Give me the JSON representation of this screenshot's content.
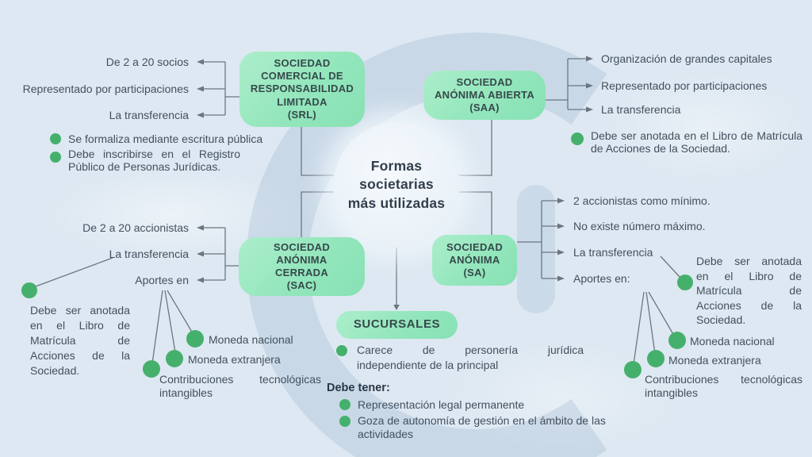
{
  "center": {
    "title": "Formas\nsocietarias\nmás utilizadas"
  },
  "srl": {
    "box_title": "SOCIEDAD\nCOMERCIAL DE\nRESPONSABILIDAD\nLIMITADA\n(SRL)",
    "items": [
      "De 2 a 20 socios",
      "Representado por participaciones",
      "La transferencia"
    ],
    "notes": [
      {
        "lines": [
          "Se formaliza mediante escritura pública"
        ]
      },
      {
        "lines": [
          "Debe inscribirse en el Registro",
          "Público de Personas Jurídicas."
        ]
      }
    ]
  },
  "saa": {
    "box_title": "SOCIEDAD\nANÓNIMA ABIERTA\n(SAA)",
    "items": [
      "Organización de grandes capitales",
      "Representado por participaciones",
      "La transferencia"
    ],
    "note": {
      "lines": [
        "Debe ser anotada en el Libro de Matrícula",
        "de Acciones de la Sociedad."
      ]
    }
  },
  "sac": {
    "box_title": "SOCIEDAD\nANÓNIMA\nCERRADA\n(SAC)",
    "items": [
      "De 2 a 20 accionistas",
      "La transferencia",
      "Aportes en"
    ],
    "anotada": {
      "lines": [
        "Debe ser anotada",
        "en el Libro de",
        "Matrícula de",
        "Acciones de la",
        "Sociedad."
      ]
    },
    "aportes": {
      "moneda_nacional": "Moneda nacional",
      "moneda_extranjera": "Moneda extranjera",
      "contribuciones": {
        "lines": [
          "Contribuciones tecnológicas",
          "intangibles"
        ]
      }
    }
  },
  "sa": {
    "box_title": "SOCIEDAD\nANÓNIMA\n(SA)",
    "items": [
      "2 accionistas como mínimo.",
      "No existe número máximo.",
      "La transferencia",
      "Aportes en:"
    ],
    "anotada": {
      "lines": [
        "Debe ser anotada",
        "en el Libro de",
        "Matrícula de",
        "Acciones de la",
        "Sociedad."
      ]
    },
    "aportes": {
      "moneda_nacional": "Moneda nacional",
      "moneda_extranjera": "Moneda extranjera",
      "contribuciones": {
        "lines": [
          "Contribuciones tecnológicas",
          "intangibles"
        ]
      }
    }
  },
  "sucursales": {
    "box_title": "SUCURSALES",
    "note": {
      "lines": [
        "Carece de personería jurídica",
        "independiente de la principal"
      ]
    },
    "debe_tener_label": "Debe tener:",
    "items": [
      {
        "lines": [
          "Representación legal permanente"
        ]
      },
      {
        "lines": [
          "Goza de autonomía de gestión en el ámbito de las",
          "actividades"
        ]
      }
    ]
  },
  "colors": {
    "background": "#dde8f2",
    "box_green_light": "#aceecb",
    "box_green_dark": "#87e1b4",
    "dot_green": "#45b06c",
    "text_dark": "#42505e",
    "box_text": "#35494b",
    "connector": "#6b7682"
  }
}
